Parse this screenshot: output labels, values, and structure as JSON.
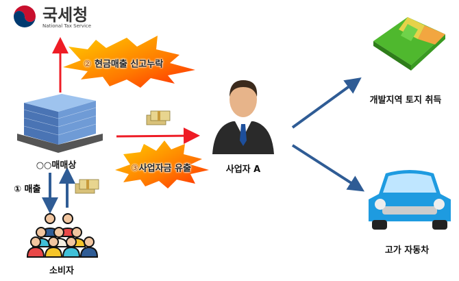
{
  "logo": {
    "name_ko": "국세청",
    "name_en": "National Tax Service",
    "colors": {
      "red": "#c8102e",
      "blue": "#003a70"
    }
  },
  "nodes": {
    "store": "○○매매상",
    "business_owner": "사업자 A",
    "consumers": "소비자",
    "land": "개발지역 토지 취득",
    "car": "고가 자동차"
  },
  "steps": {
    "sales": {
      "num": "①",
      "text": "매출"
    },
    "omission": {
      "num": "②",
      "text": "현금매출 신고누락"
    },
    "outflow": {
      "num": "③",
      "text": "사업자금 유출"
    }
  },
  "colors": {
    "red_arrow": "#ee1c25",
    "blue_arrow": "#2f5c95",
    "burst": "#ff6a00"
  }
}
